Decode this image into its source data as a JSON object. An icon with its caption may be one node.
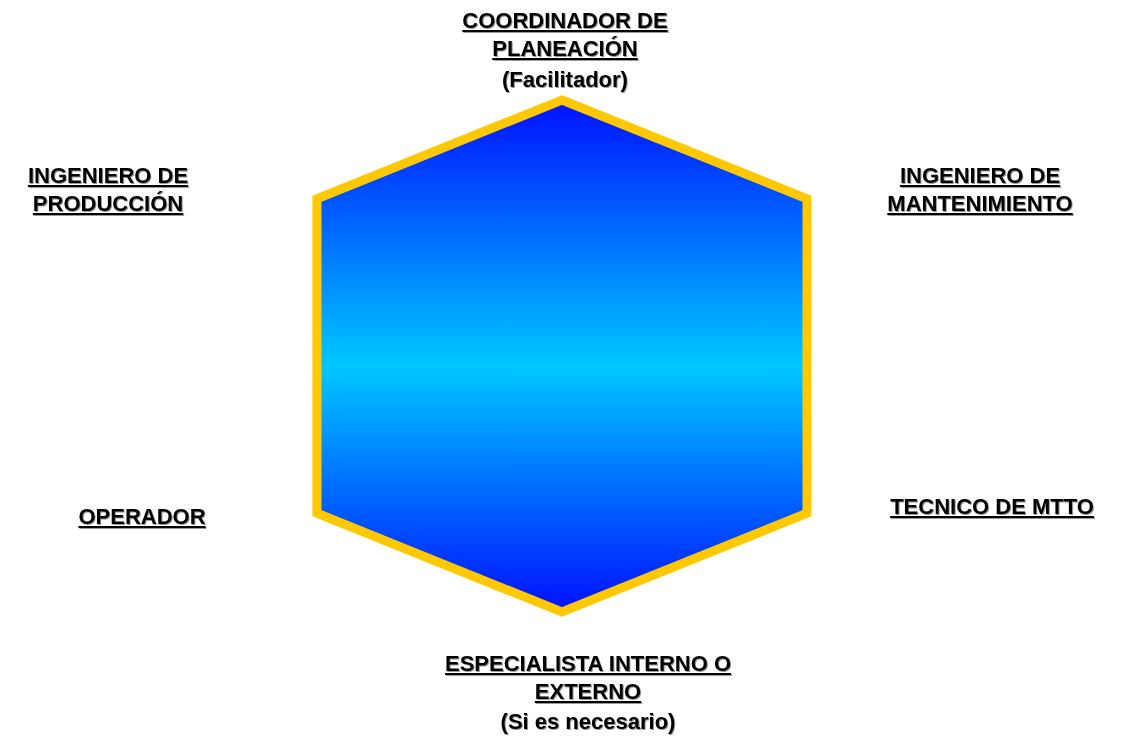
{
  "diagram": {
    "nodes": [
      {
        "text": [],
        "shape": "hexagon"
      }
    ],
    "labels": [
      "COORDINADOR DE PLANEACIÓN",
      "(Facilitador)",
      "INGENIERO DE PRODUCCIÓN",
      "INGENIERO DE MANTENIMIENTO",
      "OPERADOR",
      "TECNICO DE MTTO",
      "ESPECIALISTA INTERNO O EXTERNO",
      "(Si es necesario)"
    ]
  }
}
